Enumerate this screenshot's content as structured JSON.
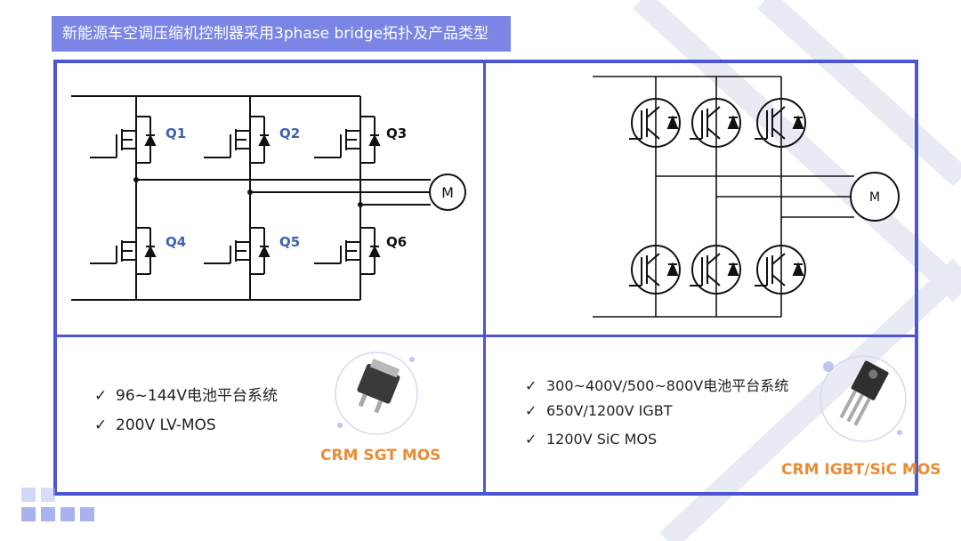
{
  "header": {
    "title": "新能源车空调压缩机控制器采用3phase bridge拓扑及产品类型"
  },
  "mosfet_diagram": {
    "labels": [
      "Q1",
      "Q2",
      "Q3",
      "Q4",
      "Q5",
      "Q6"
    ],
    "motor_label": "M"
  },
  "igbt_diagram": {
    "motor_label": "M"
  },
  "left_panel": {
    "specs": [
      "96~144V电池平台系统",
      "200V LV-MOS"
    ],
    "product_title": "CRM SGT MOS"
  },
  "right_panel": {
    "specs": [
      "300~400V/500~800V电池平台系统",
      "650V/1200V IGBT",
      "1200V SiC MOS"
    ],
    "product_title": "CRM IGBT/SiC MOS"
  },
  "check_mark": "✓",
  "colors": {
    "frame": "#4e55d2",
    "title_bg": "#7b85e6",
    "label_blue": "#3d62b4",
    "product_orange": "#e98c36",
    "deco_square": "#a9b2ef"
  }
}
